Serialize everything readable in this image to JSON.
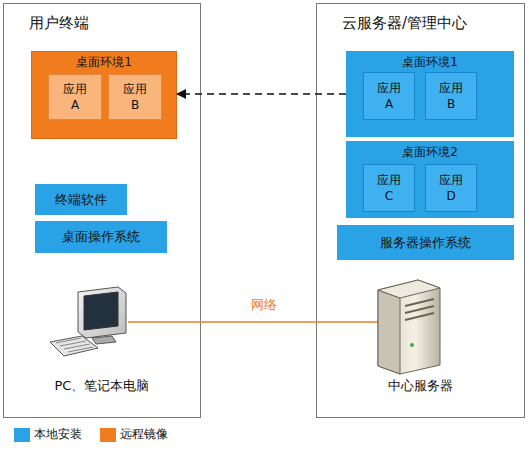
{
  "diagram": {
    "nodes": [
      {
        "text": [
          "用户终端"
        ]
      },
      {
        "text": [
          "桌面环境1"
        ],
        "in": 0
      },
      {
        "text": [
          "应用 A"
        ],
        "in": 1
      },
      {
        "text": [
          "应用 B"
        ],
        "in": 1
      },
      {
        "text": [
          "终端软件"
        ],
        "in": 0
      },
      {
        "text": [
          "桌面操作系统"
        ],
        "in": 0
      },
      {
        "text": [
          "云服务器/管理中心"
        ]
      },
      {
        "text": [
          "桌面环境1"
        ],
        "in": 6
      },
      {
        "text": [
          "应用 A"
        ],
        "in": 7
      },
      {
        "text": [
          "应用 B"
        ],
        "in": 7
      },
      {
        "text": [
          "桌面环境2"
        ],
        "in": 6
      },
      {
        "text": [
          "应用 C"
        ],
        "in": 10
      },
      {
        "text": [
          "应用 D"
        ],
        "in": 10
      },
      {
        "text": [
          "服务器操作系统"
        ],
        "in": 6
      }
    ],
    "edges": [
      {
        "from": 7,
        "to": 1,
        "arrow": "to"
      }
    ],
    "labels": [
      "网络",
      "PC、笔记本电脑",
      "中心服务器"
    ],
    "legend": [
      {
        "text": "本地安装",
        "color": "#29a3e6"
      },
      {
        "text": "远程镜像",
        "color": "#f07c1e"
      }
    ]
  }
}
